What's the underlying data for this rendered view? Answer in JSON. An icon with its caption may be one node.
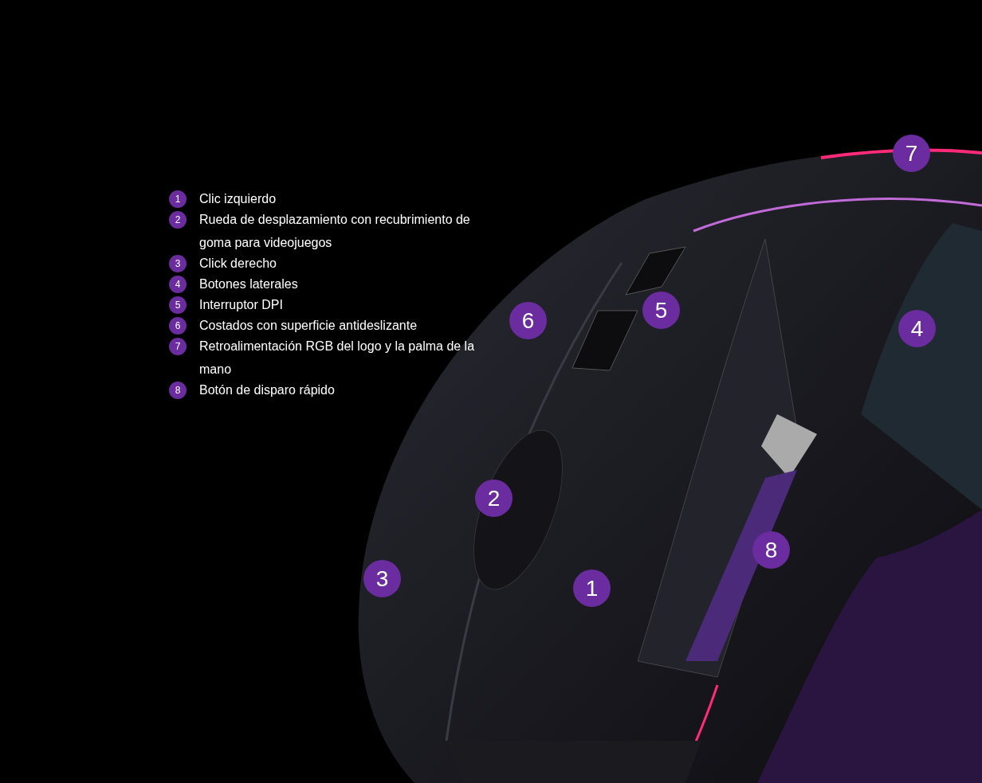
{
  "diagram": {
    "labels": [
      "1",
      "Clic izquierdo",
      "2",
      "Rueda de desplazamiento con recubrimiento de goma para videojuegos",
      "3",
      "Click derecho",
      "4",
      "Botones laterales",
      "5",
      "Interruptor DPI",
      "6",
      "Costados con superficie antideslizante",
      "7",
      "Retroalimentación RGB del logo y la palma de la mano",
      "8",
      "Botón de disparo rápido",
      "7",
      "5",
      "6",
      "4",
      "2",
      "8",
      "3",
      "1"
    ]
  }
}
